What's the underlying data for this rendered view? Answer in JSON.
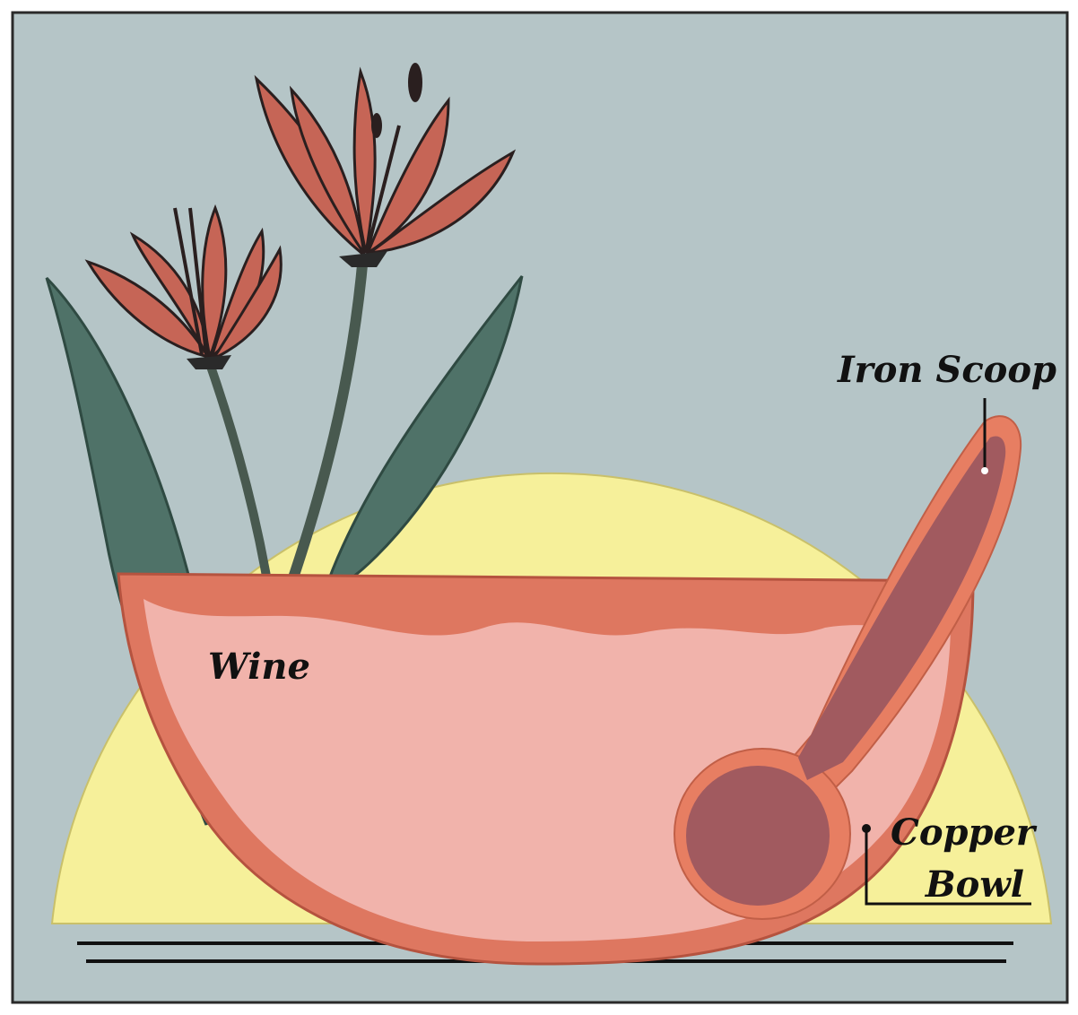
{
  "labels": {
    "iron_scoop": "Iron Scoop",
    "wine": "Wine",
    "copper": "Copper",
    "bowl": "Bowl"
  },
  "colors": {
    "background": "#b5c5c7",
    "sun": "#f6f09a",
    "bowl": "#de7760",
    "wine": "#f1b3ab",
    "scoop_rim": "#e77e62",
    "scoop_inner": "#a15a5f",
    "petal": "#c66556",
    "leaf": "#4f7268",
    "stem": "#48594f",
    "ink": "#111111"
  }
}
